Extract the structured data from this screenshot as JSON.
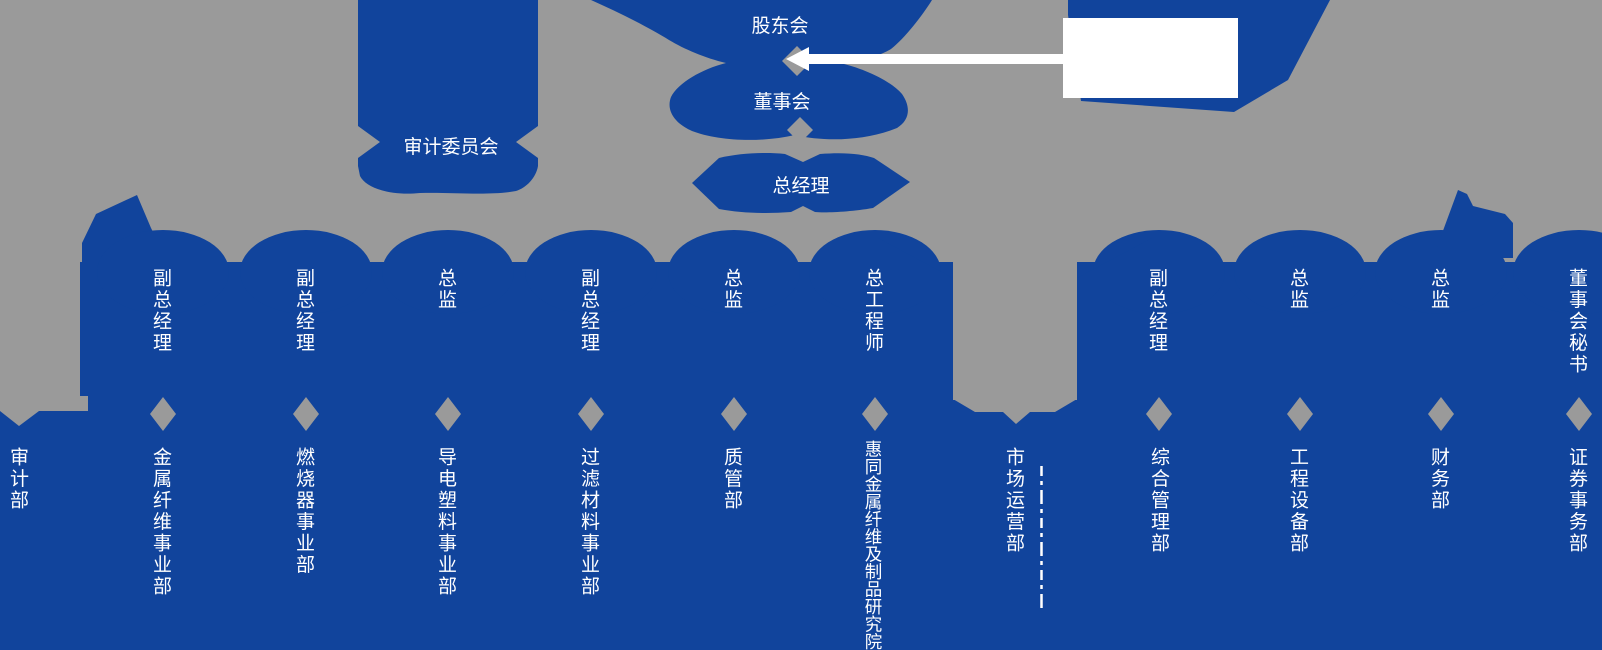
{
  "org": {
    "top": {
      "shareholders": "股东会",
      "board": "董事会",
      "general_manager": "总经理",
      "audit_committee": "审计委员会"
    },
    "positions": [
      "副总经理",
      "副总经理",
      "总监",
      "副总经理",
      "总监",
      "总工程师",
      "副总经理",
      "总监",
      "总监",
      "董事会秘书"
    ],
    "departments": [
      "审计部",
      "金属纤维事业部",
      "燃烧器事业部",
      "导电塑料事业部",
      "过滤材料事业部",
      "质管部",
      "惠同金属纤维及制品研究院",
      "市场运营部",
      "综合管理部",
      "工程设备部",
      "财务部",
      "证券事务部"
    ],
    "colors": {
      "blue": "#11449C",
      "gray": "#9A9A9A",
      "text": "#FFFFFF"
    }
  }
}
